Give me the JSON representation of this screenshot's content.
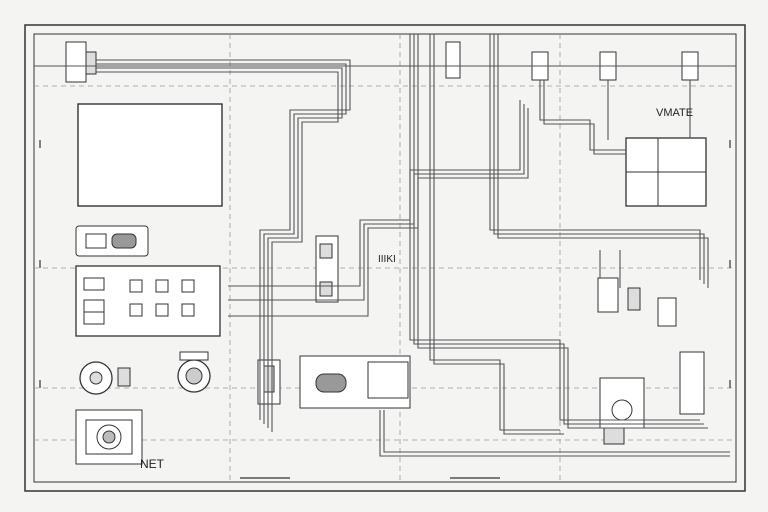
{
  "labels": {
    "vmate": "VMATE",
    "coil": "IIIKI",
    "net": "NET"
  },
  "colors": {
    "background": "#f4f4f2",
    "line": "#2a2a2a",
    "wire": "#555555",
    "dashed": "#9a9a9a",
    "panel_fill": "#ffffff",
    "component_fill": "#e8e8e8"
  },
  "icons": {
    "display": "rectangle-screen",
    "switch": "toggle-switch-icon",
    "keypad": "button-grid-icon",
    "motor": "gear-icon",
    "terminal": "terminal-block-icon"
  }
}
